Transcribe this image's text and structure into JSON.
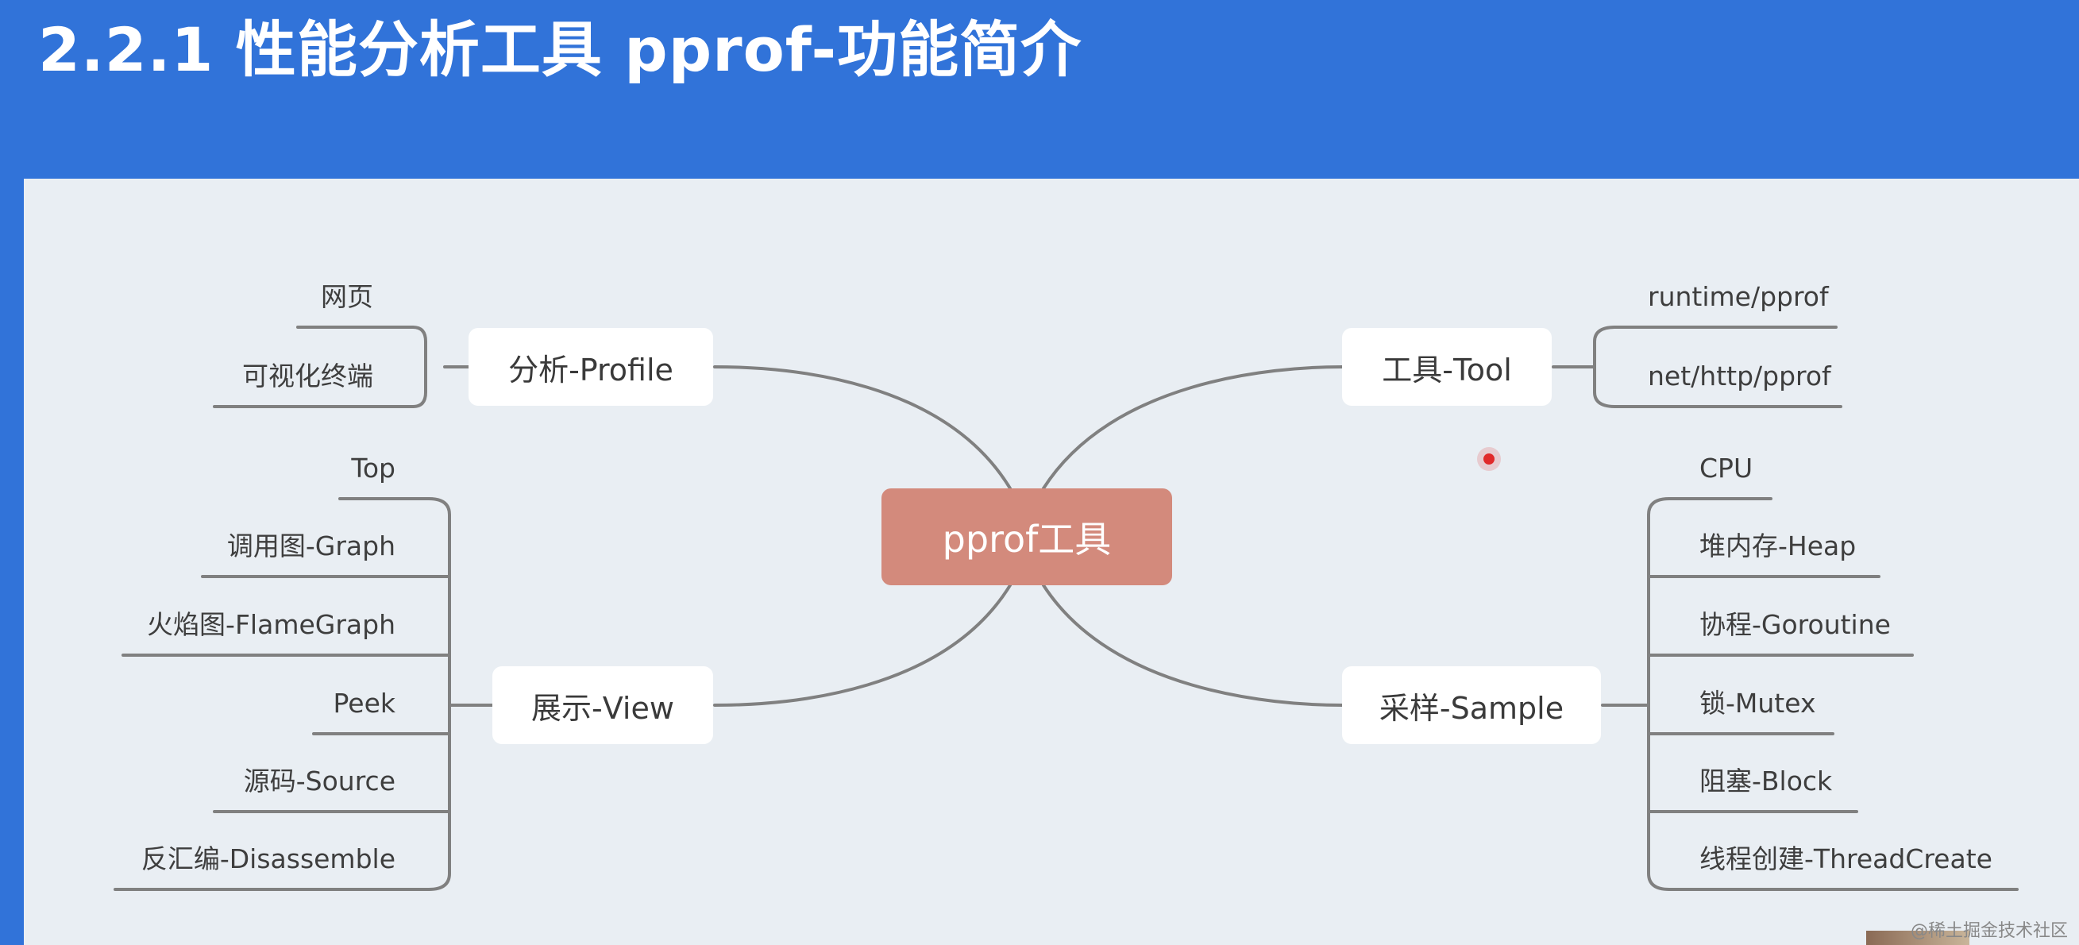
{
  "header": {
    "title": "2.2.1 性能分析工具 pprof-功能简介"
  },
  "mindmap": {
    "center": "pprof工具",
    "branches": {
      "profile": {
        "label": "分析-Profile",
        "children": [
          "网页",
          "可视化终端"
        ]
      },
      "view": {
        "label": "展示-View",
        "children": [
          "Top",
          "调用图-Graph",
          "火焰图-FlameGraph",
          "Peek",
          "源码-Source",
          "反汇编-Disassemble"
        ]
      },
      "tool": {
        "label": "工具-Tool",
        "children": [
          "runtime/pprof",
          "net/http/pprof"
        ]
      },
      "sample": {
        "label": "采样-Sample",
        "children": [
          "CPU",
          "堆内存-Heap",
          "协程-Goroutine",
          "锁-Mutex",
          "阻塞-Block",
          "线程创建-ThreadCreate"
        ]
      }
    }
  },
  "footer": {
    "watermark": "@稀土掘金技术社区"
  },
  "colors": {
    "header_bg": "#3173d9",
    "canvas_bg": "#e9eef3",
    "center_node": "#d38a7c",
    "link": "#7f7f7f"
  }
}
